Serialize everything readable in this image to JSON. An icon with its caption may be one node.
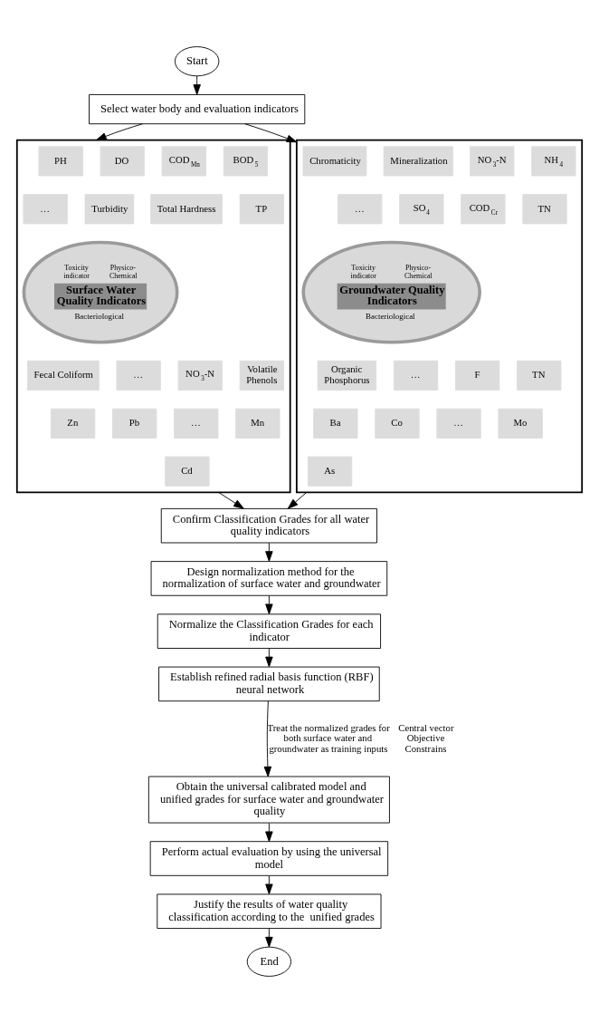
{
  "diagram": {
    "nodes": [
      {
        "text": [
          "Start"
        ]
      },
      {
        "text": [
          "Select water body and evaluation indicators"
        ]
      },
      {
        "text": [],
        "shape": "box"
      },
      {
        "text": [
          "Toxicity indicator",
          "Physico-Chemical",
          "Surface Water Quality Indicators",
          "Bacteriological"
        ],
        "in": 2
      },
      {
        "text": [
          "PH"
        ],
        "in": 2
      },
      {
        "text": [
          "DO"
        ],
        "in": 2
      },
      {
        "text": [
          "COD$_{Mn}$"
        ],
        "in": 2
      },
      {
        "text": [
          "BOD$_{5}$"
        ],
        "in": 2
      },
      {
        "text": [
          "…"
        ],
        "in": 2
      },
      {
        "text": [
          "Turbidity"
        ],
        "in": 2
      },
      {
        "text": [
          "Total Hardness"
        ],
        "in": 2
      },
      {
        "text": [
          "TP"
        ],
        "in": 2
      },
      {
        "text": [
          "Fecal Coliform"
        ],
        "in": 2
      },
      {
        "text": [
          "…"
        ],
        "in": 2
      },
      {
        "text": [
          "NO$_{3}$-N"
        ],
        "in": 2
      },
      {
        "text": [
          "Volatile Phenols"
        ],
        "in": 2
      },
      {
        "text": [
          "Zn"
        ],
        "in": 2
      },
      {
        "text": [
          "Pb"
        ],
        "in": 2
      },
      {
        "text": [
          "…"
        ],
        "in": 2
      },
      {
        "text": [
          "Mn"
        ],
        "in": 2
      },
      {
        "text": [
          "Cd"
        ],
        "in": 2
      },
      {
        "text": [],
        "shape": "box"
      },
      {
        "text": [
          "Toxicity indicator",
          "Physico-Chemical",
          "Groundwater Quality Indicators",
          "Bacteriological"
        ],
        "in": 21
      },
      {
        "text": [
          "Chromaticity"
        ],
        "in": 21
      },
      {
        "text": [
          "Mineralization"
        ],
        "in": 21
      },
      {
        "text": [
          "NO$_{3}$-N"
        ],
        "in": 21
      },
      {
        "text": [
          "NH$_{4}$"
        ],
        "in": 21
      },
      {
        "text": [
          "…"
        ],
        "in": 21
      },
      {
        "text": [
          "SO$_{4}$"
        ],
        "in": 21
      },
      {
        "text": [
          "COD$_{Cr}$"
        ],
        "in": 21
      },
      {
        "text": [
          "TN"
        ],
        "in": 21
      },
      {
        "text": [
          "Organic Phosphorus"
        ],
        "in": 21
      },
      {
        "text": [
          "…"
        ],
        "in": 21
      },
      {
        "text": [
          "F"
        ],
        "in": 21
      },
      {
        "text": [
          "TN"
        ],
        "in": 21
      },
      {
        "text": [
          "Ba"
        ],
        "in": 21
      },
      {
        "text": [
          "Co"
        ],
        "in": 21
      },
      {
        "text": [
          "…"
        ],
        "in": 21
      },
      {
        "text": [
          "Mo"
        ],
        "in": 21
      },
      {
        "text": [
          "As"
        ],
        "in": 21
      },
      {
        "text": [
          "Confirm Classification Grades for all water quality indicators"
        ]
      },
      {
        "text": [
          "Design normalization method for the  normalization of surface water and groundwater"
        ]
      },
      {
        "text": [
          "Normalize the Classification Grades for each indicator"
        ]
      },
      {
        "text": [
          "Establish refined radial basis function (RBF)  neural network"
        ]
      },
      {
        "text": [
          "Obtain the universal calibrated model and unified grades for surface water and groundwater quality"
        ]
      },
      {
        "text": [
          "Perform actual evaluation by using the universal model"
        ]
      },
      {
        "text": [
          "Justify the results of water quality classification according to the  unified grades"
        ]
      },
      {
        "text": [
          "End"
        ]
      }
    ],
    "edges": [
      {
        "from": 0,
        "to": 1,
        "arrow": "to"
      },
      {
        "from": 1,
        "to": 2,
        "arrow": "to"
      },
      {
        "from": 1,
        "to": 21,
        "arrow": "to"
      },
      {
        "from": 2,
        "to": 40,
        "arrow": "to"
      },
      {
        "from": 21,
        "to": 40,
        "arrow": "to"
      },
      {
        "from": 40,
        "to": 41,
        "arrow": "to"
      },
      {
        "from": 41,
        "to": 42,
        "arrow": "to"
      },
      {
        "from": 42,
        "to": 43,
        "arrow": "to"
      },
      {
        "from": 43,
        "to": 44,
        "arrow": "to",
        "label": "Treat the normalized grades for both surface water and groundwater as training inputs"
      },
      {
        "from": 44,
        "to": 45,
        "arrow": "to"
      },
      {
        "from": 45,
        "to": 46,
        "arrow": "to"
      },
      {
        "from": 46,
        "to": 47,
        "arrow": "to"
      }
    ],
    "labels": [
      "Central vector Objective Constrains"
    ]
  }
}
